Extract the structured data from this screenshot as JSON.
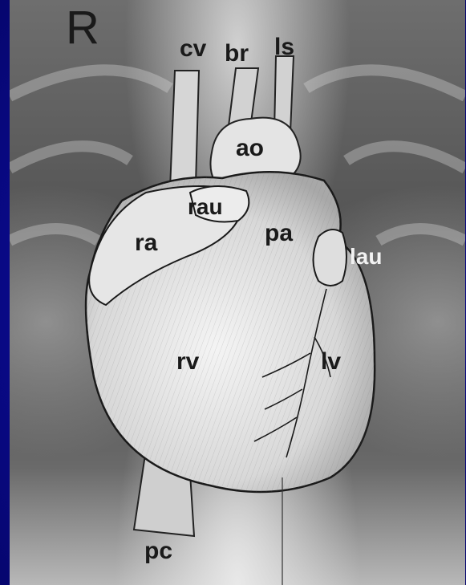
{
  "side_marker": "R",
  "labels": {
    "cv": "cv",
    "br": "br",
    "ls": "ls",
    "ao": "ao",
    "rau": "rau",
    "ra": "ra",
    "pa": "pa",
    "lau": "lau",
    "rv": "rv",
    "lv": "lv",
    "pc": "pc"
  }
}
